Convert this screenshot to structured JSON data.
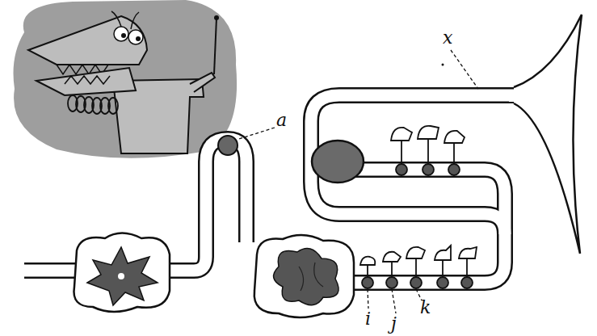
{
  "diagram": {
    "labels": [
      "a",
      "x",
      "i",
      "j",
      "k"
    ]
  }
}
